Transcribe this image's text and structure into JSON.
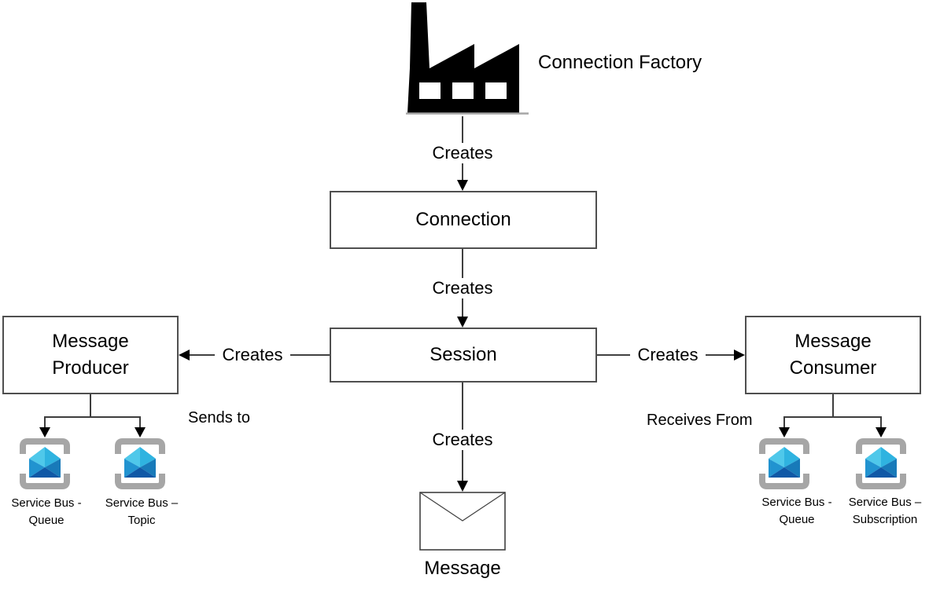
{
  "factory": {
    "label": "Connection Factory"
  },
  "nodes": {
    "connection": "Connection",
    "session": "Session",
    "producer": "Message Producer",
    "consumer": "Message Consumer",
    "message": "Message"
  },
  "edges": {
    "factory_creates": "Creates",
    "connection_creates": "Creates",
    "session_creates_producer": "Creates",
    "session_creates_consumer": "Creates",
    "session_creates_message": "Creates",
    "sends_to": "Sends to",
    "receives_from": "Receives From"
  },
  "endpoints": {
    "producer": [
      {
        "line1": "Service Bus -",
        "line2": "Queue"
      },
      {
        "line1": "Service Bus –",
        "line2": "Topic"
      }
    ],
    "consumer": [
      {
        "line1": "Service Bus -",
        "line2": "Queue"
      },
      {
        "line1": "Service Bus –",
        "line2": "Subscription"
      }
    ]
  },
  "icons": {
    "factory": "factory-icon",
    "message": "envelope-icon",
    "service_bus": "service-bus-icon"
  },
  "colors": {
    "arrow": "#000000",
    "line": "#3d3d3d",
    "box_border": "#4f4f4f",
    "icon_black": "#000000",
    "bracket_gray": "#a6a6a6",
    "sb_top_left": "#4fc8ea",
    "sb_top_right": "#2fb3e0",
    "sb_mid_left": "#2193d0",
    "sb_mid_right": "#187ab9",
    "sb_bottom": "#0f58a6"
  }
}
